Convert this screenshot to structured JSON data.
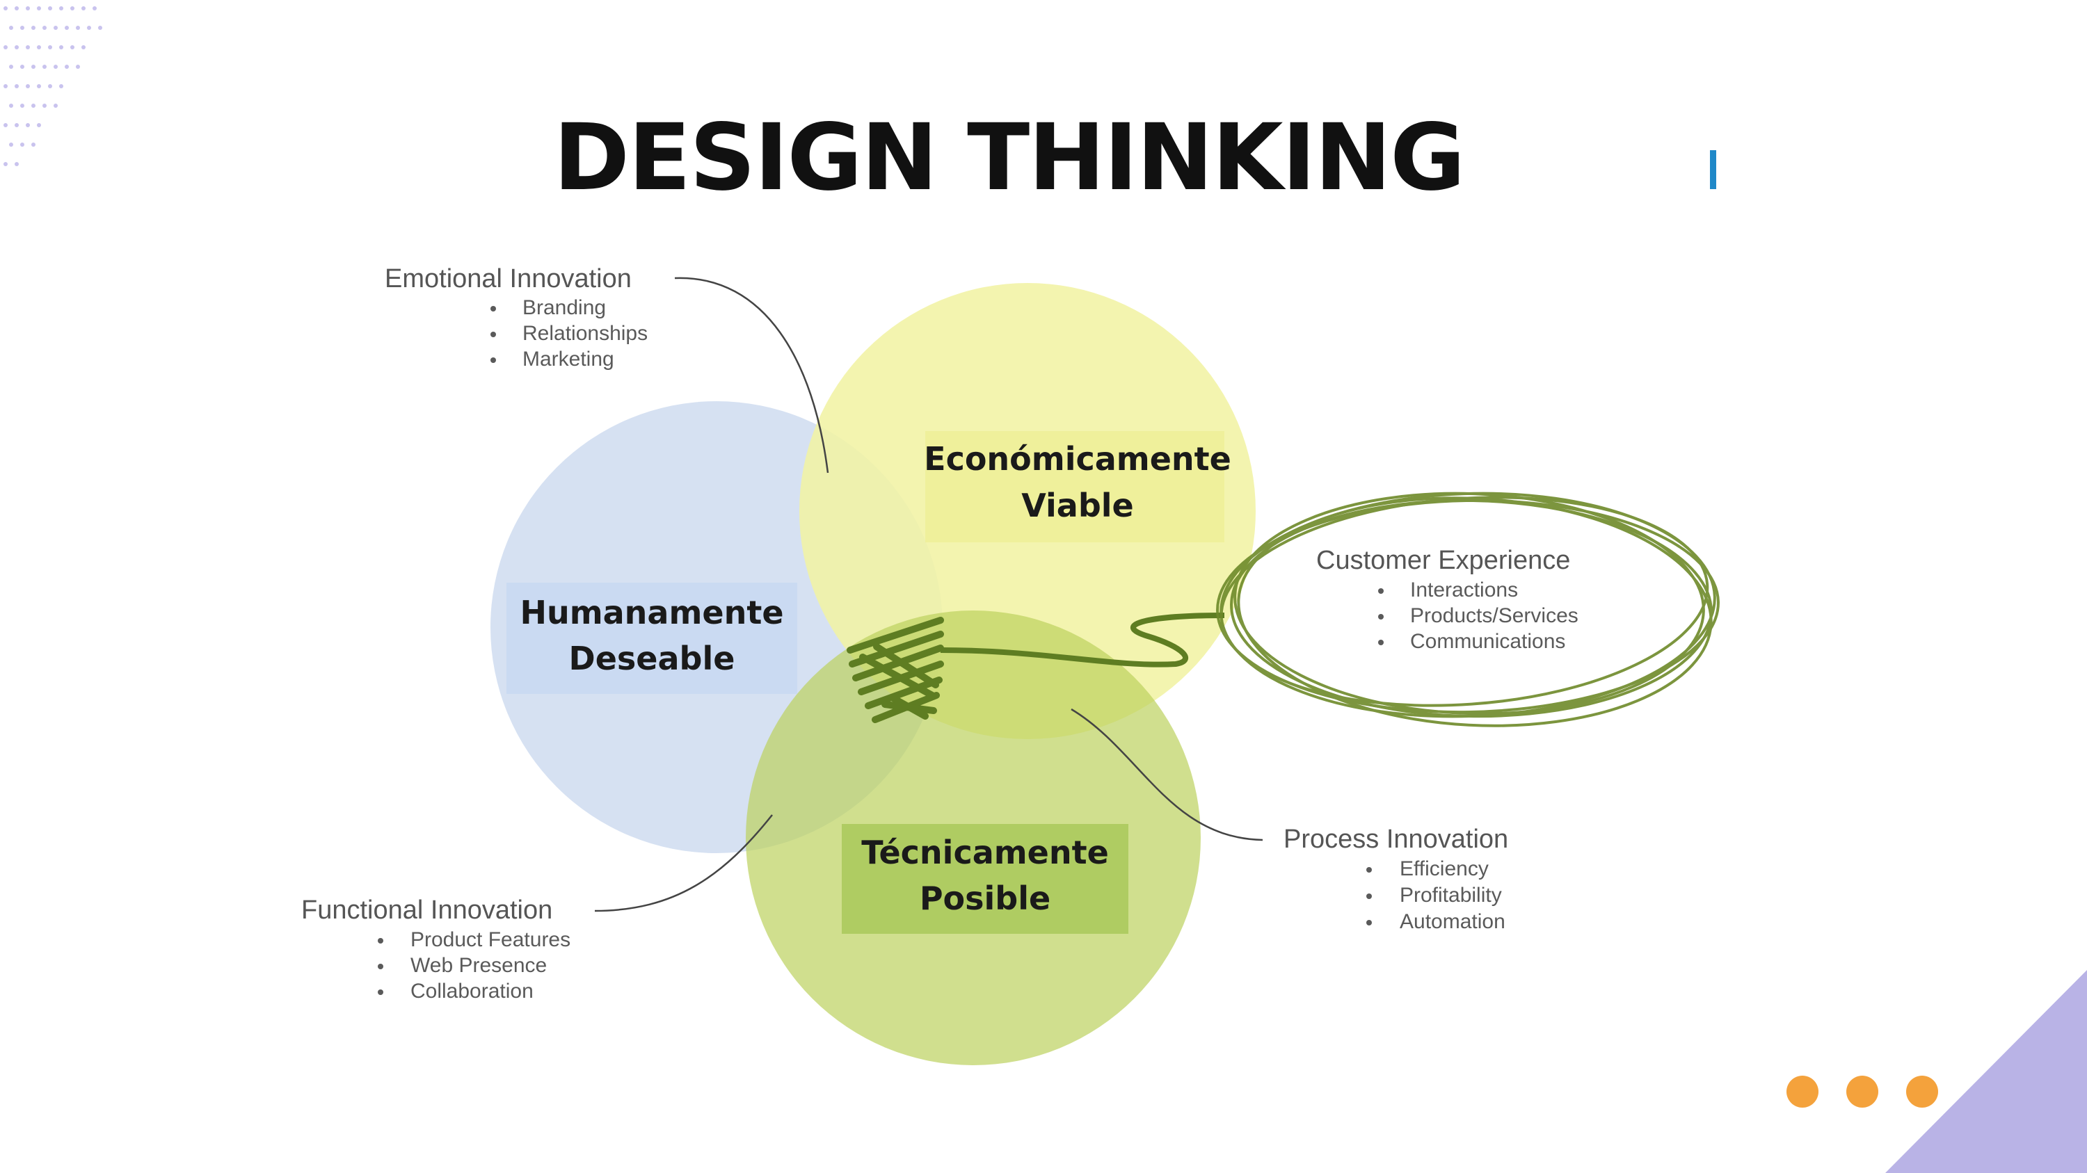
{
  "title": "DESIGN THINKING",
  "circles": {
    "humanamente": {
      "line1": "Humanamente",
      "line2": "Deseable"
    },
    "economicamente": {
      "line1": "Económicamente",
      "line2": "Viable"
    },
    "tecnicamente": {
      "line1": "Técnicamente",
      "line2": "Posible"
    }
  },
  "categories": {
    "emotional": {
      "heading": "Emotional Innovation",
      "items": [
        "Branding",
        "Relationships",
        "Marketing"
      ]
    },
    "customer": {
      "heading": "Customer Experience",
      "items": [
        "Interactions",
        "Products/Services",
        "Communications"
      ]
    },
    "process": {
      "heading": "Process Innovation",
      "items": [
        "Efficiency",
        "Profitability",
        "Automation"
      ]
    },
    "functional": {
      "heading": "Functional Innovation",
      "items": [
        "Product Features",
        "Web Presence",
        "Collaboration"
      ]
    }
  },
  "colors": {
    "blue_circle": "#d6e1f2",
    "yellow_circle": "#f1f2a4",
    "green_circle": "#c8d97a",
    "scribble": "#6e8a2a",
    "accent_orange": "#f4a23c",
    "accent_purple": "#b9b3e6",
    "accent_blue": "#1f88c8",
    "dot_pattern": "#c9c3ee"
  }
}
